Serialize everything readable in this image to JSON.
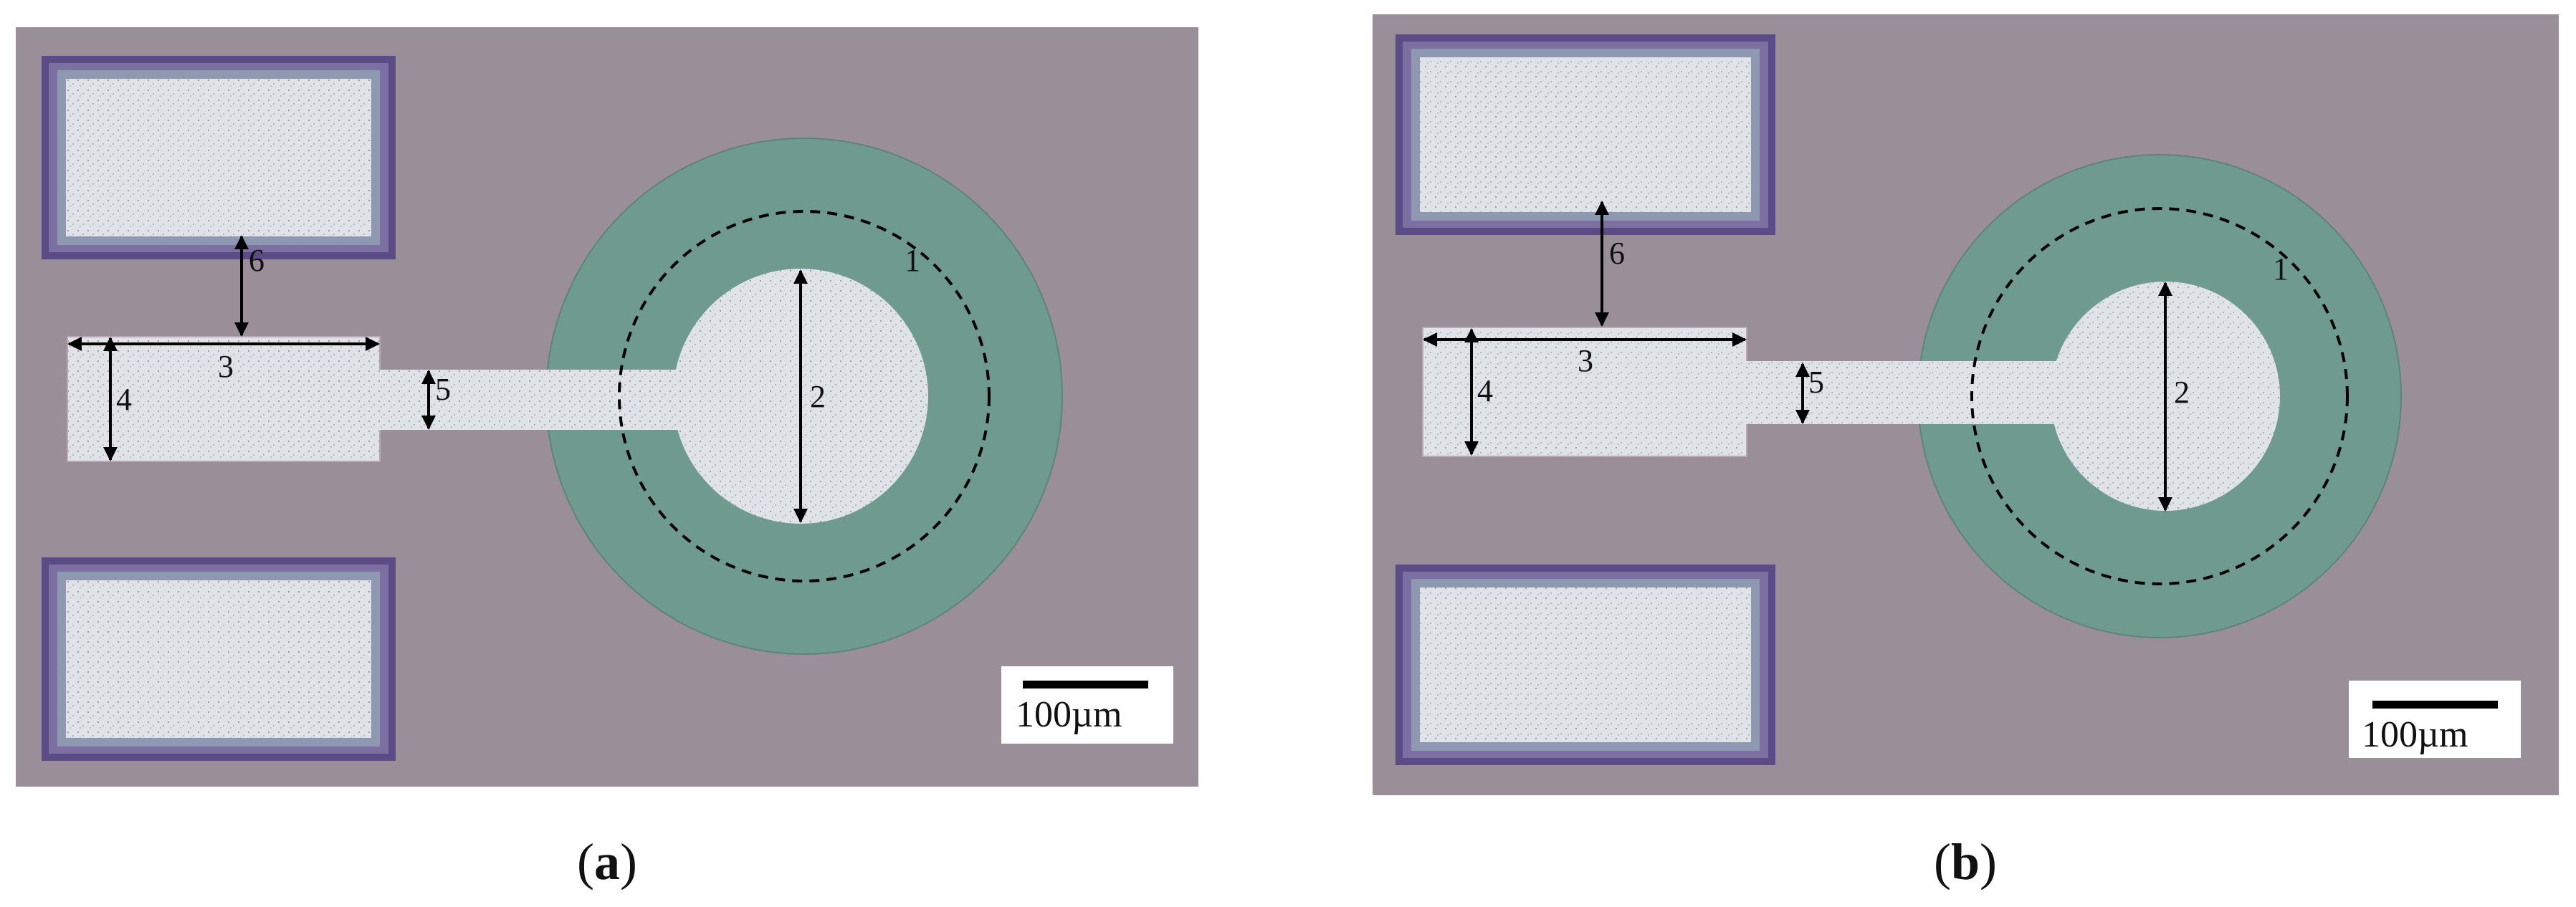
{
  "panels": [
    {
      "caption_open": "(",
      "caption_letter": "a",
      "caption_close": ")",
      "scale_bar_label": "100µm",
      "dimension_labels": [
        "1",
        "2",
        "3",
        "4",
        "5",
        "6"
      ]
    },
    {
      "caption_open": "(",
      "caption_letter": "b",
      "caption_close": ")",
      "scale_bar_label": "100µm",
      "dimension_labels": [
        "1",
        "2",
        "3",
        "4",
        "5",
        "6"
      ]
    }
  ],
  "colors": {
    "substrate": "#9a8f99",
    "pad_frame_outer": "#5b4b86",
    "pad_frame_mid": "#8e98b0",
    "pad_fill": "#dfe3e8",
    "ring": "#6f9a8e",
    "metal": "#d8dde2",
    "annotation": "#000000",
    "label_box": "#ffffff"
  }
}
